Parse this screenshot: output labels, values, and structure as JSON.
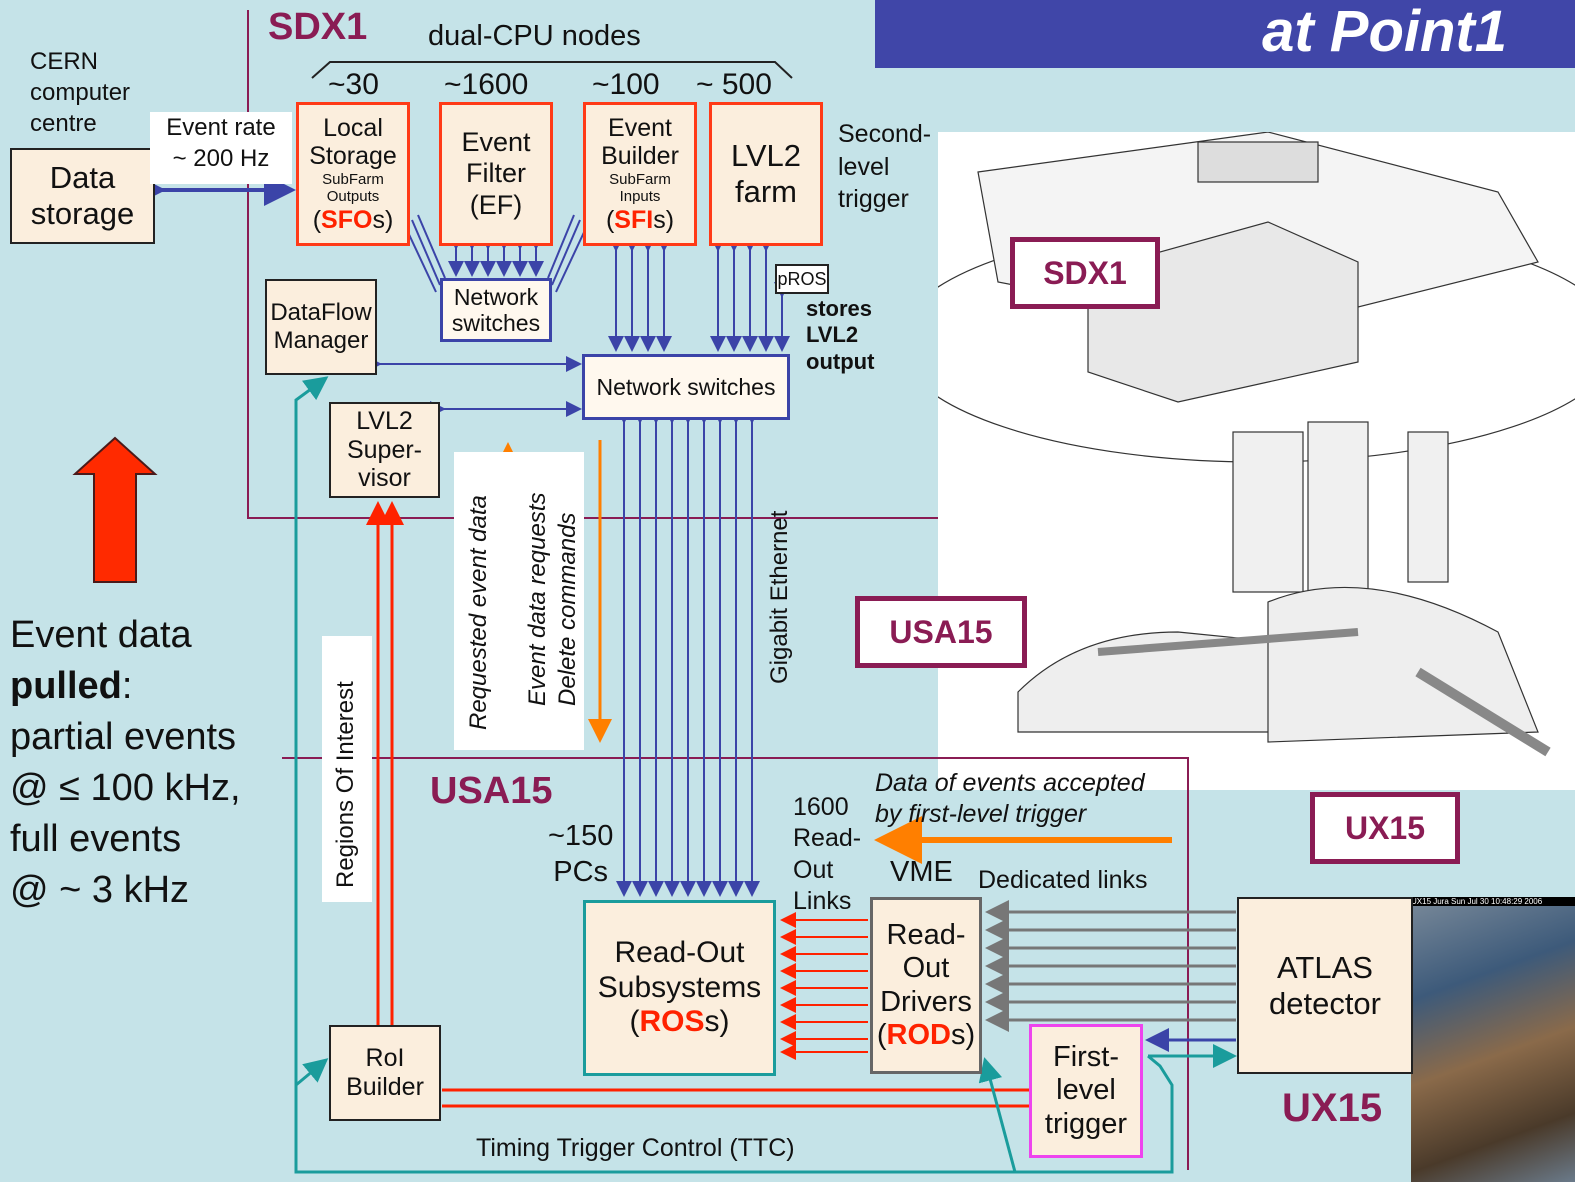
{
  "header": {
    "title": "at Point1"
  },
  "zones": {
    "sdx1_top": "SDX1",
    "usa15_mid": "USA15",
    "sdx1_box": "SDX1",
    "usa15_box": "USA15",
    "ux15_box": "UX15",
    "ux15_bottom": "UX15"
  },
  "cern": {
    "caption": "CERN computer centre",
    "storage_l1": "Data",
    "storage_l2": "storage",
    "event_rate_l1": "Event rate",
    "event_rate_l2": "~ 200 Hz"
  },
  "farm": {
    "caption": "dual-CPU nodes",
    "counts": [
      "~30",
      "~1600",
      "~100",
      "~ 500"
    ],
    "sfo": {
      "l1": "Local",
      "l2": "Storage",
      "s1": "SubFarm",
      "s2": "Outputs",
      "pre": "(",
      "acr": "SFO",
      "post": "s)"
    },
    "ef": {
      "l1": "Event",
      "l2": "Filter",
      "l3": "(EF)"
    },
    "sfi": {
      "l1": "Event",
      "l2": "Builder",
      "s1": "SubFarm",
      "s2": "Inputs",
      "pre": "(",
      "acr": "SFI",
      "post": "s)"
    },
    "lvl2farm": {
      "l1": "LVL2",
      "l2": "farm"
    },
    "second_level": "Second- level trigger"
  },
  "network_small": {
    "l1": "Network",
    "l2": "switches"
  },
  "network_main": "Network switches",
  "pros": {
    "label": "pROS",
    "n1": "stores",
    "n2": "LVL2",
    "n3": "output"
  },
  "dfm": {
    "l1": "DataFlow",
    "l2": "Manager"
  },
  "lvl2sup": {
    "l1": "LVL2",
    "l2": "Super-",
    "l3": "visor"
  },
  "left_text": {
    "l1": "Event data",
    "l2": "pulled",
    "l2b": ":",
    "l3": "partial events",
    "l4": "@ ≤ 100 kHz,",
    "l5": "full events",
    "l6": "@ ~ 3 kHz"
  },
  "rotated": {
    "roi": "Regions Of Interest",
    "requested": "Requested event data",
    "requests": "Event data requests",
    "delete": "Delete commands",
    "gigabit": "Gigabit Ethernet"
  },
  "pcs": {
    "l1": "~150",
    "l2": "PCs"
  },
  "ros": {
    "l1": "Read-Out",
    "l2": "Subsystems",
    "pre": "(",
    "acr": "ROS",
    "post": "s)"
  },
  "links": {
    "l1": "1600",
    "l2": "Read-",
    "l3": "Out",
    "l4": "Links"
  },
  "vme": "VME",
  "dedicated": "Dedicated links",
  "accepted": {
    "l1": "Data of events accepted",
    "l2": "by first-level trigger"
  },
  "rod": {
    "l1": "Read-",
    "l2": "Out",
    "l3": "Drivers",
    "pre": "(",
    "acr": "ROD",
    "post": "s)"
  },
  "atlas": {
    "l1": "ATLAS",
    "l2": "detector"
  },
  "flt": {
    "l1": "First-",
    "l2": "level",
    "l3": "trigger"
  },
  "roib": {
    "l1": "RoI",
    "l2": "Builder"
  },
  "ttc": "Timing Trigger Control (TTC)",
  "photo_caption": "UX15 Jura Sun Jul 30 10:48:29 2006",
  "colors": {
    "background": "#c5e3e8",
    "header": "#4046a8",
    "red": "#ff3a17",
    "blue": "#3b44a8",
    "teal": "#1a9c9c",
    "orange": "#ff7f00",
    "maroon": "#8a1c54"
  }
}
